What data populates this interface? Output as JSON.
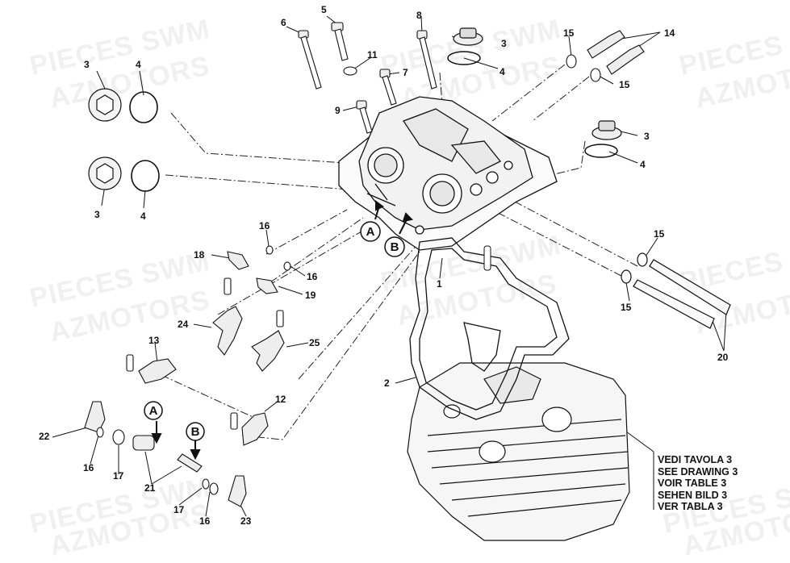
{
  "watermarks": [
    {
      "text": "PIECES SWM"
    },
    {
      "text": "AZMOTORS"
    },
    {
      "text": "PIECES SWM"
    },
    {
      "text": "AZMOTORS"
    },
    {
      "text": "PIECES SWM"
    },
    {
      "text": "AZMOTORS"
    },
    {
      "text": "PIECES SWM"
    },
    {
      "text": "AZMOTORS"
    },
    {
      "text": "PIECES SWM"
    },
    {
      "text": "AZMOTORS"
    },
    {
      "text": "PIECES SWM"
    },
    {
      "text": "AZMOTORS"
    },
    {
      "text": "PIECES SWM"
    },
    {
      "text": "AZMOTORS"
    },
    {
      "text": "PIECES SWM"
    },
    {
      "text": "AZMOTORS"
    }
  ],
  "callouts": [
    "1",
    "2",
    "3",
    "3",
    "3",
    "3",
    "4",
    "4",
    "4",
    "4",
    "5",
    "6",
    "7",
    "8",
    "9",
    "11",
    "12",
    "13",
    "14",
    "15",
    "15",
    "15",
    "15",
    "16",
    "16",
    "16",
    "16",
    "17",
    "17",
    "18",
    "19",
    "20",
    "21",
    "22",
    "23",
    "24",
    "25"
  ],
  "markers": {
    "a": "A",
    "b": "B"
  },
  "note_lines": [
    "VEDI TAVOLA 3",
    "SEE DRAWING 3",
    "VOIR TABLE 3",
    "SEHEN BILD 3",
    "VER TABLA 3"
  ]
}
